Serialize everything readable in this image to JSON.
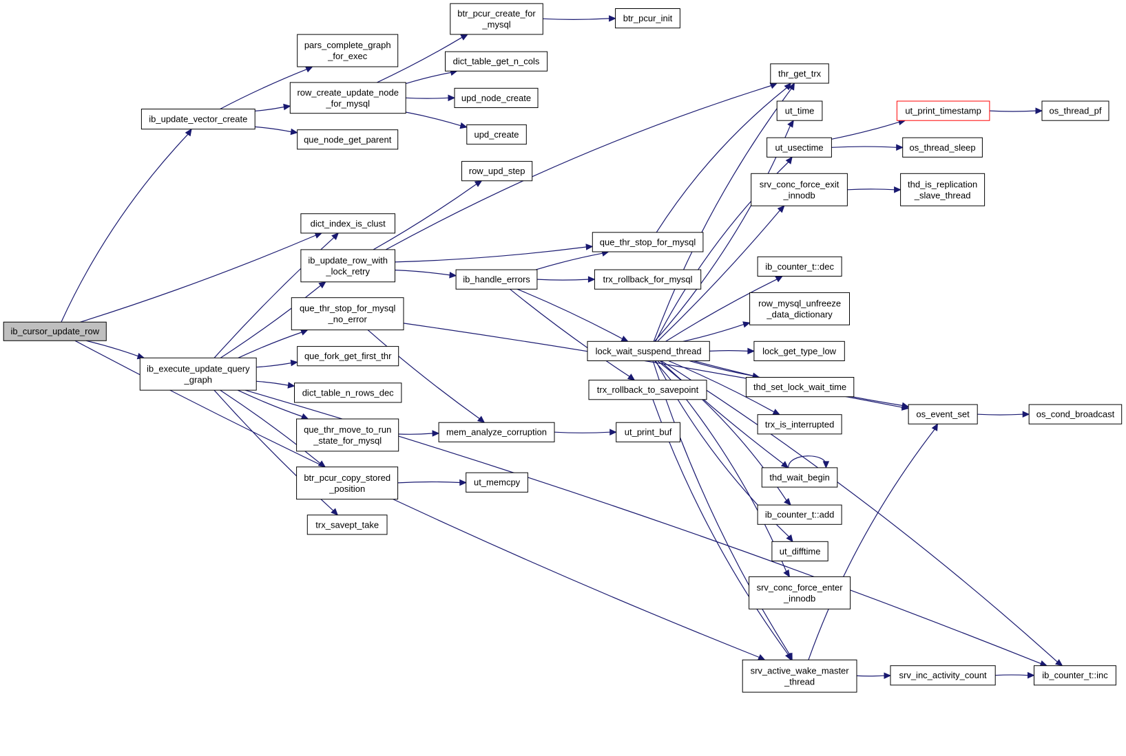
{
  "colors": {
    "edge": "#191970",
    "node_border": "#000000",
    "root_fill": "#bfbfbf",
    "highlight_border": "#ff0000"
  },
  "nodes": {
    "ib_cursor_update_row": [
      "ib_cursor_update_row"
    ],
    "ib_update_vector_create": [
      "ib_update_vector_create"
    ],
    "dict_index_is_clust": [
      "dict_index_is_clust"
    ],
    "ib_execute_update_query_graph": [
      "ib_execute_update_query",
      "_graph"
    ],
    "srv_active_wake_master_thread": [
      "srv_active_wake_master",
      "_thread"
    ],
    "pars_complete_graph_for_exec": [
      "pars_complete_graph",
      "_for_exec"
    ],
    "row_create_update_node_for_mysql": [
      "row_create_update_node",
      "_for_mysql"
    ],
    "que_node_get_parent": [
      "que_node_get_parent"
    ],
    "btr_pcur_create_for_mysql": [
      "btr_pcur_create_for",
      "_mysql"
    ],
    "btr_pcur_init": [
      "btr_pcur_init"
    ],
    "dict_table_get_n_cols": [
      "dict_table_get_n_cols"
    ],
    "upd_node_create": [
      "upd_node_create"
    ],
    "upd_create": [
      "upd_create"
    ],
    "row_upd_step": [
      "row_upd_step"
    ],
    "ib_update_row_with_lock_retry": [
      "ib_update_row_with",
      "_lock_retry"
    ],
    "que_thr_stop_for_mysql_no_error": [
      "que_thr_stop_for_mysql",
      "_no_error"
    ],
    "que_fork_get_first_thr": [
      "que_fork_get_first_thr"
    ],
    "dict_table_n_rows_dec": [
      "dict_table_n_rows_dec"
    ],
    "que_thr_move_to_run_state_for_mysql": [
      "que_thr_move_to_run",
      "_state_for_mysql"
    ],
    "btr_pcur_copy_stored_position": [
      "btr_pcur_copy_stored",
      "_position"
    ],
    "trx_savept_take": [
      "trx_savept_take"
    ],
    "que_thr_stop_for_mysql": [
      "que_thr_stop_for_mysql"
    ],
    "ib_handle_errors": [
      "ib_handle_errors"
    ],
    "trx_rollback_for_mysql": [
      "trx_rollback_for_mysql"
    ],
    "lock_wait_suspend_thread": [
      "lock_wait_suspend_thread"
    ],
    "trx_rollback_to_savepoint": [
      "trx_rollback_to_savepoint"
    ],
    "mem_analyze_corruption": [
      "mem_analyze_corruption"
    ],
    "ut_print_buf": [
      "ut_print_buf"
    ],
    "ut_memcpy": [
      "ut_memcpy"
    ],
    "thr_get_trx": [
      "thr_get_trx"
    ],
    "ut_time": [
      "ut_time"
    ],
    "ut_usectime": [
      "ut_usectime"
    ],
    "srv_conc_force_exit_innodb": [
      "srv_conc_force_exit",
      "_innodb"
    ],
    "ib_counter_t_dec": [
      "ib_counter_t::dec"
    ],
    "row_mysql_unfreeze_data_dictionary": [
      "row_mysql_unfreeze",
      "_data_dictionary"
    ],
    "lock_get_type_low": [
      "lock_get_type_low"
    ],
    "thd_set_lock_wait_time": [
      "thd_set_lock_wait_time"
    ],
    "trx_is_interrupted": [
      "trx_is_interrupted"
    ],
    "thd_wait_begin": [
      "thd_wait_begin"
    ],
    "ib_counter_t_add": [
      "ib_counter_t::add"
    ],
    "ut_difftime": [
      "ut_difftime"
    ],
    "srv_conc_force_enter_innodb": [
      "srv_conc_force_enter",
      "_innodb"
    ],
    "ut_print_timestamp": [
      "ut_print_timestamp"
    ],
    "os_thread_pf": [
      "os_thread_pf"
    ],
    "os_thread_sleep": [
      "os_thread_sleep"
    ],
    "thd_is_replication_slave_thread": [
      "thd_is_replication",
      "_slave_thread"
    ],
    "os_event_set": [
      "os_event_set"
    ],
    "os_cond_broadcast": [
      "os_cond_broadcast"
    ],
    "srv_inc_activity_count": [
      "srv_inc_activity_count"
    ],
    "ib_counter_t_inc": [
      "ib_counter_t::inc"
    ]
  },
  "edges": [
    [
      "ib_cursor_update_row",
      "ib_update_vector_create"
    ],
    [
      "ib_cursor_update_row",
      "dict_index_is_clust"
    ],
    [
      "ib_cursor_update_row",
      "ib_execute_update_query_graph"
    ],
    [
      "ib_cursor_update_row",
      "srv_active_wake_master_thread"
    ],
    [
      "ib_update_vector_create",
      "pars_complete_graph_for_exec"
    ],
    [
      "ib_update_vector_create",
      "row_create_update_node_for_mysql"
    ],
    [
      "ib_update_vector_create",
      "que_node_get_parent"
    ],
    [
      "row_create_update_node_for_mysql",
      "btr_pcur_create_for_mysql"
    ],
    [
      "row_create_update_node_for_mysql",
      "dict_table_get_n_cols"
    ],
    [
      "row_create_update_node_for_mysql",
      "upd_node_create"
    ],
    [
      "row_create_update_node_for_mysql",
      "upd_create"
    ],
    [
      "btr_pcur_create_for_mysql",
      "btr_pcur_init"
    ],
    [
      "ib_execute_update_query_graph",
      "dict_index_is_clust"
    ],
    [
      "ib_execute_update_query_graph",
      "ib_update_row_with_lock_retry"
    ],
    [
      "ib_execute_update_query_graph",
      "que_thr_stop_for_mysql_no_error"
    ],
    [
      "ib_execute_update_query_graph",
      "que_fork_get_first_thr"
    ],
    [
      "ib_execute_update_query_graph",
      "dict_table_n_rows_dec"
    ],
    [
      "ib_execute_update_query_graph",
      "que_thr_move_to_run_state_for_mysql"
    ],
    [
      "ib_execute_update_query_graph",
      "btr_pcur_copy_stored_position"
    ],
    [
      "ib_execute_update_query_graph",
      "trx_savept_take"
    ],
    [
      "ib_execute_update_query_graph",
      "ib_counter_t_inc"
    ],
    [
      "ib_update_row_with_lock_retry",
      "row_upd_step"
    ],
    [
      "ib_update_row_with_lock_retry",
      "thr_get_trx"
    ],
    [
      "ib_update_row_with_lock_retry",
      "que_thr_stop_for_mysql"
    ],
    [
      "ib_update_row_with_lock_retry",
      "ib_handle_errors"
    ],
    [
      "que_thr_stop_for_mysql_no_error",
      "mem_analyze_corruption"
    ],
    [
      "que_thr_stop_for_mysql_no_error",
      "os_event_set"
    ],
    [
      "que_thr_move_to_run_state_for_mysql",
      "mem_analyze_corruption"
    ],
    [
      "btr_pcur_copy_stored_position",
      "ut_memcpy"
    ],
    [
      "mem_analyze_corruption",
      "ut_print_buf"
    ],
    [
      "ib_handle_errors",
      "que_thr_stop_for_mysql"
    ],
    [
      "ib_handle_errors",
      "trx_rollback_for_mysql"
    ],
    [
      "ib_handle_errors",
      "lock_wait_suspend_thread"
    ],
    [
      "ib_handle_errors",
      "trx_rollback_to_savepoint"
    ],
    [
      "que_thr_stop_for_mysql",
      "thr_get_trx"
    ],
    [
      "trx_rollback_to_savepoint",
      "srv_active_wake_master_thread"
    ],
    [
      "lock_wait_suspend_thread",
      "thr_get_trx"
    ],
    [
      "lock_wait_suspend_thread",
      "ut_time"
    ],
    [
      "lock_wait_suspend_thread",
      "ut_usectime"
    ],
    [
      "lock_wait_suspend_thread",
      "srv_conc_force_exit_innodb"
    ],
    [
      "lock_wait_suspend_thread",
      "ib_counter_t_dec"
    ],
    [
      "lock_wait_suspend_thread",
      "row_mysql_unfreeze_data_dictionary"
    ],
    [
      "lock_wait_suspend_thread",
      "lock_get_type_low"
    ],
    [
      "lock_wait_suspend_thread",
      "thd_set_lock_wait_time"
    ],
    [
      "lock_wait_suspend_thread",
      "trx_is_interrupted"
    ],
    [
      "lock_wait_suspend_thread",
      "thd_wait_begin"
    ],
    [
      "lock_wait_suspend_thread",
      "ib_counter_t_add"
    ],
    [
      "lock_wait_suspend_thread",
      "ut_difftime"
    ],
    [
      "lock_wait_suspend_thread",
      "srv_conc_force_enter_innodb"
    ],
    [
      "lock_wait_suspend_thread",
      "srv_active_wake_master_thread"
    ],
    [
      "lock_wait_suspend_thread",
      "ib_counter_t_inc"
    ],
    [
      "lock_wait_suspend_thread",
      "os_event_set"
    ],
    [
      "thd_wait_begin",
      "thd_wait_begin"
    ],
    [
      "ut_usectime",
      "ut_print_timestamp"
    ],
    [
      "ut_usectime",
      "os_thread_sleep"
    ],
    [
      "ut_print_timestamp",
      "os_thread_pf"
    ],
    [
      "srv_conc_force_exit_innodb",
      "thd_is_replication_slave_thread"
    ],
    [
      "os_event_set",
      "os_cond_broadcast"
    ],
    [
      "srv_active_wake_master_thread",
      "os_event_set"
    ],
    [
      "srv_active_wake_master_thread",
      "srv_inc_activity_count"
    ],
    [
      "srv_inc_activity_count",
      "ib_counter_t_inc"
    ]
  ]
}
